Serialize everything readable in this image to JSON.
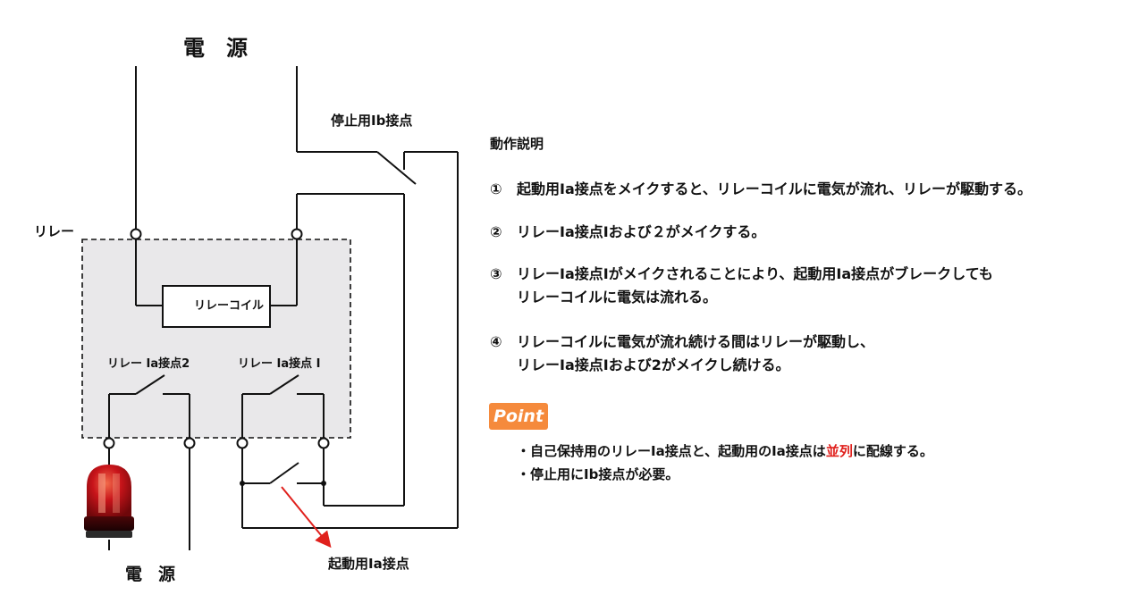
{
  "power_top": {
    "a": "電",
    "b": "源"
  },
  "power_bottom": {
    "a": "電",
    "b": "源"
  },
  "relay_label": "リレー",
  "stop_contact_label": "停止用Ib接点",
  "coil_label": "リレーコイル",
  "relay_contact2_label": "リレー Ia接点2",
  "relay_contact1_label": "リレー Ia接点 I",
  "start_contact_label": "起動用Ia接点",
  "description": {
    "heading": "動作説明",
    "items": [
      {
        "num": "①",
        "lines": [
          "起動用Ia接点をメイクすると、リレーコイルに電気が流れ、リレーが駆動する。"
        ]
      },
      {
        "num": "②",
        "lines": [
          "リレーIa接点Iおよび２がメイクする。"
        ]
      },
      {
        "num": "③",
        "lines": [
          "リレーIa接点Iがメイクされることにより、起動用Ia接点がブレークしても",
          "リレーコイルに電気は流れる。"
        ]
      },
      {
        "num": "④",
        "lines": [
          "リレーコイルに電気が流れ続ける間はリレーが駆動し、",
          "リレーIa接点Iおよび2がメイクし続ける。"
        ]
      }
    ]
  },
  "point": {
    "badge": "Point",
    "line1_pre": "・自己保持用のリレーIa接点と、起動用のIa接点は",
    "line1_em": "並列",
    "line1_post": "に配線する。",
    "line2": "・停止用にIb接点が必要。"
  },
  "colors": {
    "wire": "#111111",
    "relay_box_fill": "#e9e8ea",
    "arrow": "#e0201c",
    "badge": "#f58a3c",
    "emphasis": "#e0201c"
  }
}
